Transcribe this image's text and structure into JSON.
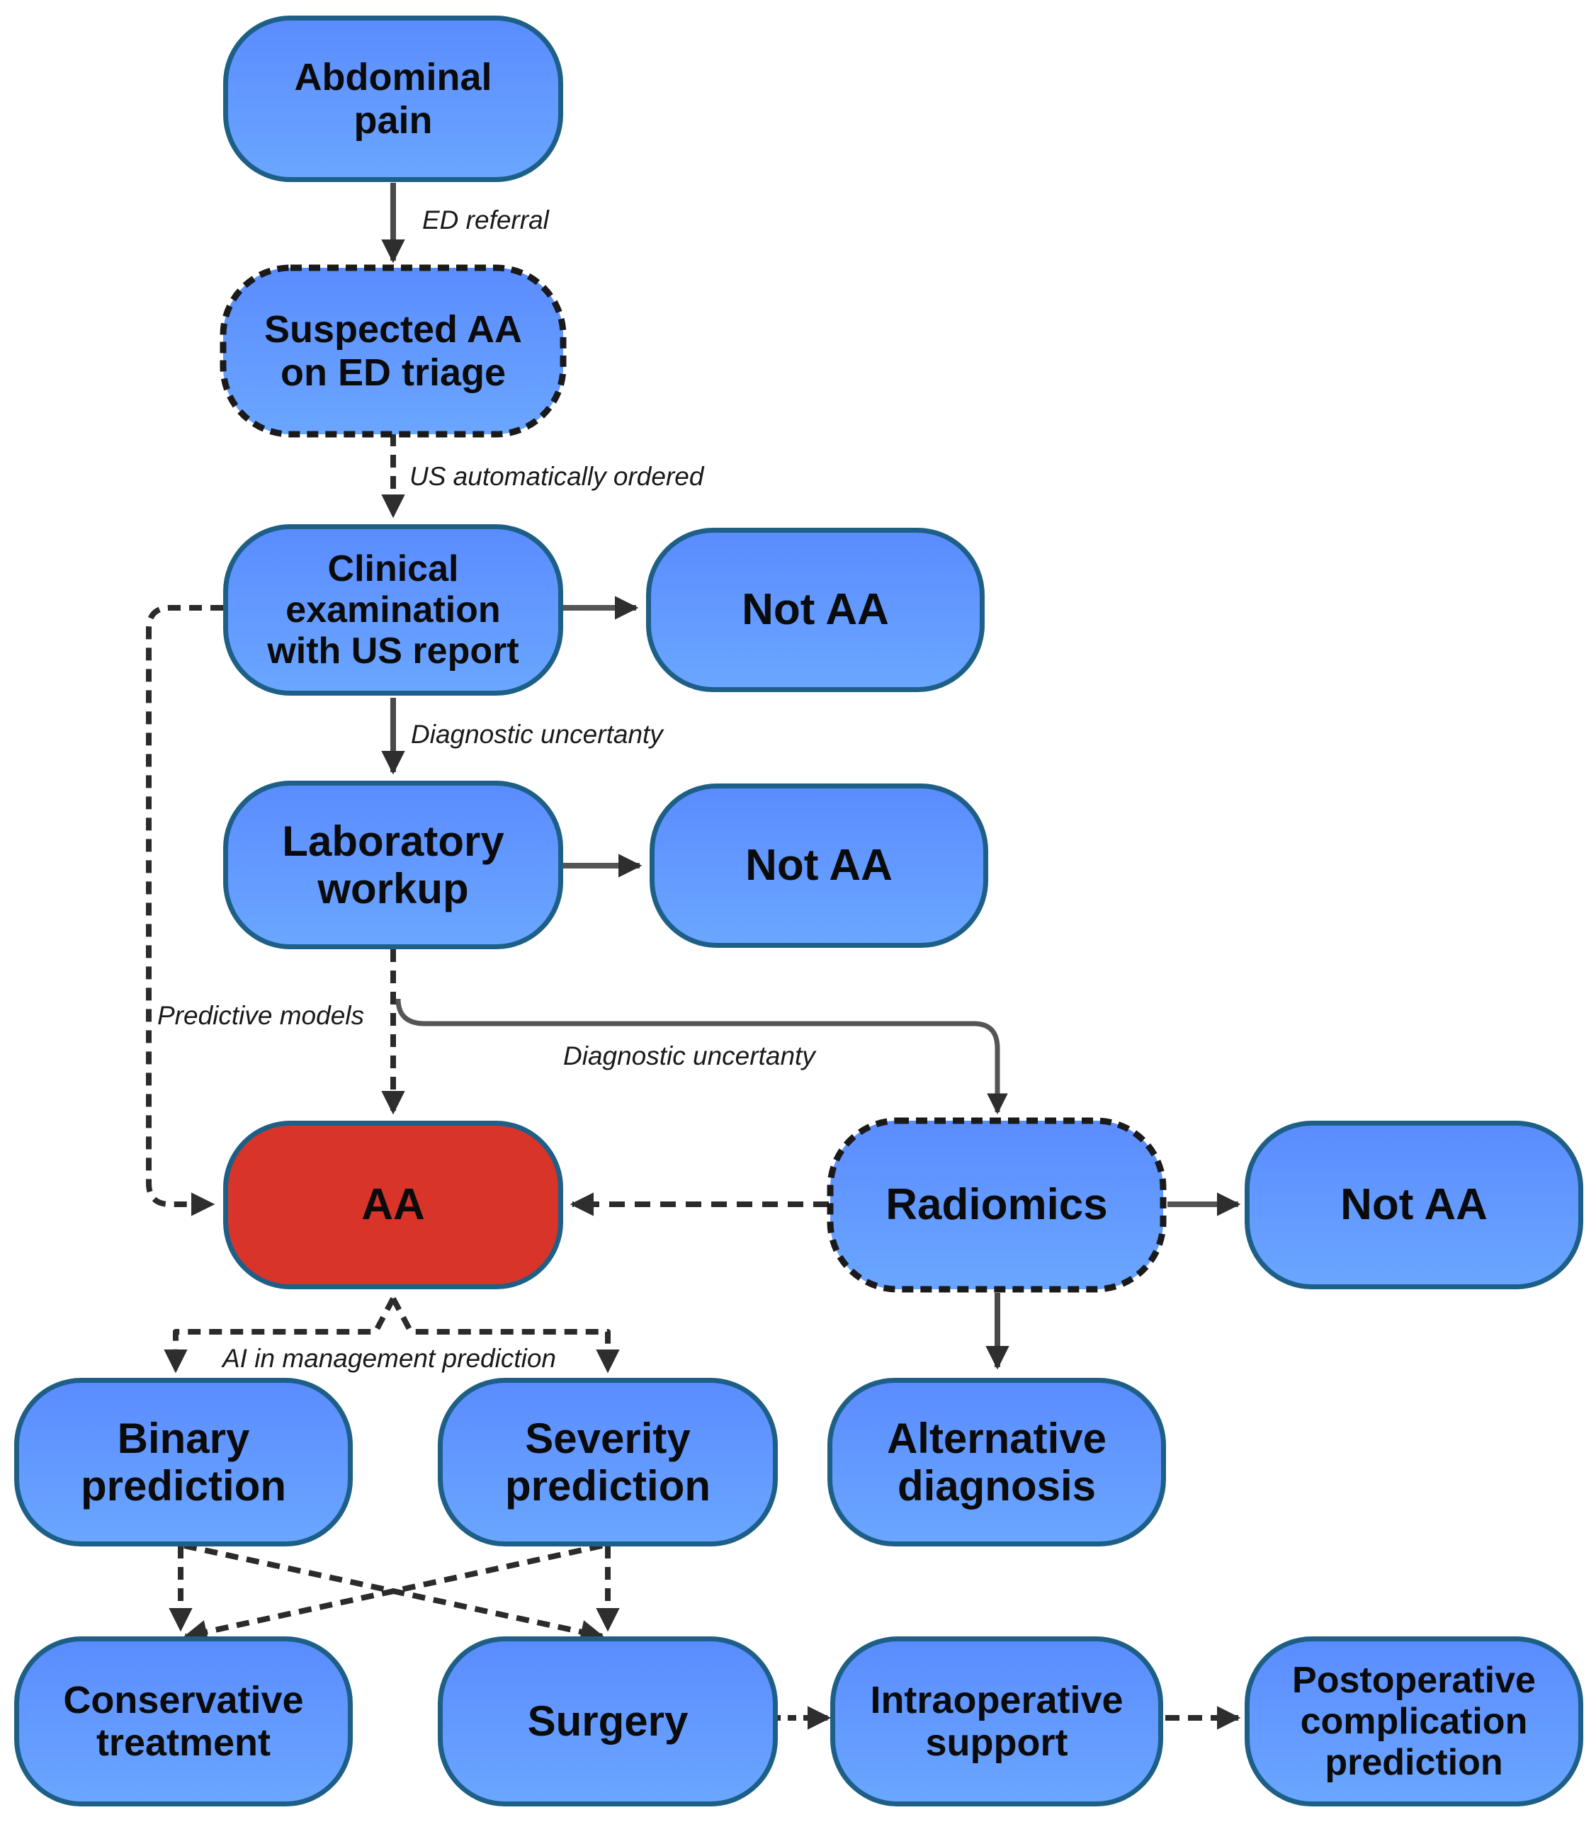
{
  "nodes": {
    "abdominal_pain": "Abdominal\npain",
    "suspected_aa": "Suspected AA\non ED triage",
    "clinical_exam": "Clinical\nexamination\nwith US report",
    "not_aa_1": "Not AA",
    "lab_workup": "Laboratory\nworkup",
    "not_aa_2": "Not AA",
    "aa": "AA",
    "radiomics": "Radiomics",
    "not_aa_3": "Not AA",
    "binary_prediction": "Binary\nprediction",
    "severity_prediction": "Severity\nprediction",
    "alternative_diagnosis": "Alternative\ndiagnosis",
    "conservative_treatment": "Conservative\ntreatment",
    "surgery": "Surgery",
    "intraoperative_support": "Intraoperative\nsupport",
    "postoperative_prediction": "Postoperative\ncomplication\nprediction"
  },
  "edge_labels": {
    "ed_referral": "ED referral",
    "us_ordered": "US automatically ordered",
    "diag_uncertainty_1": "Diagnostic uncertanty",
    "predictive_models": "Predictive models",
    "diag_uncertainty_2": "Diagnostic uncertanty",
    "ai_management": "AI in management prediction"
  },
  "colors": {
    "node_fill_top": "#5b8cff",
    "node_fill_bottom": "#6aa6ff",
    "node_border": "#1d5f86",
    "aa_fill": "#d8342a",
    "arrow": "#3a3a3a"
  }
}
